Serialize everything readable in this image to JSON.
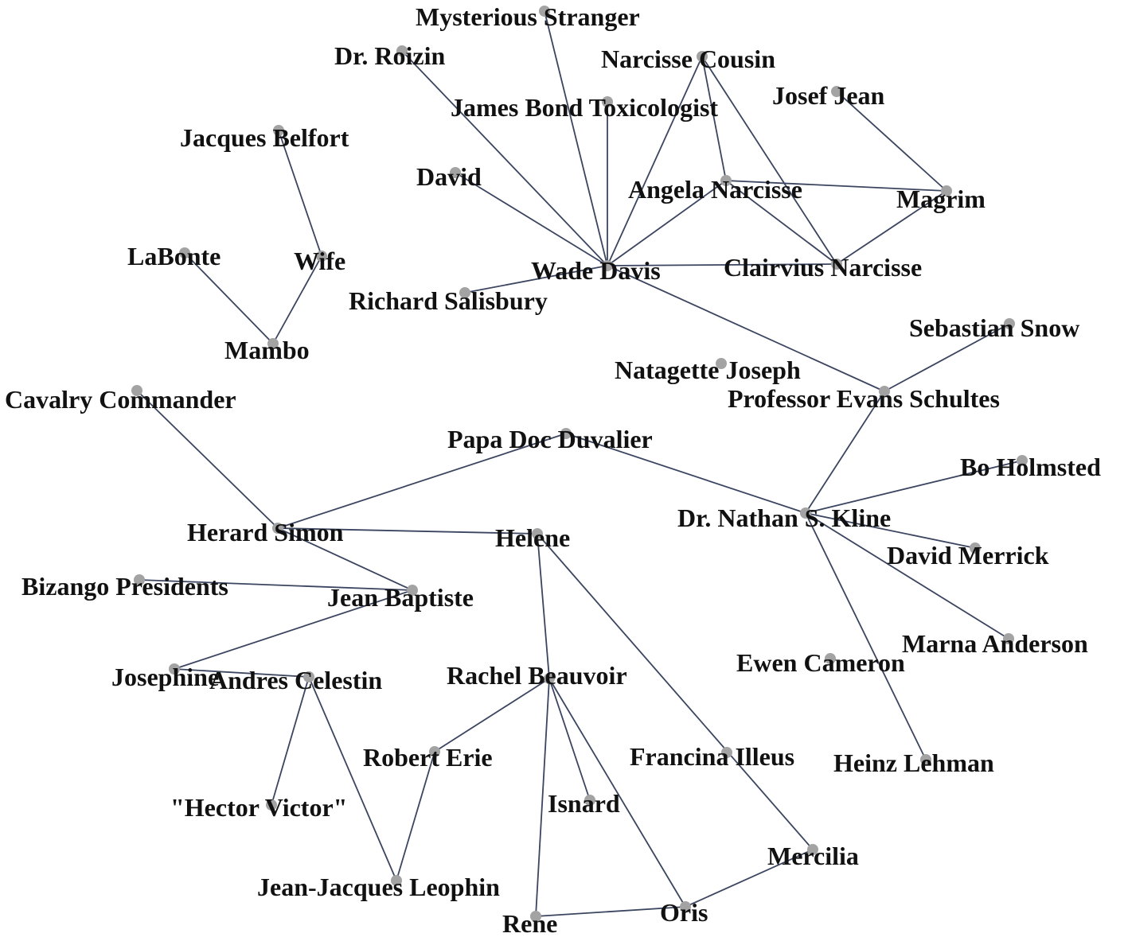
{
  "nodes": [
    {
      "id": "mysterious_stranger",
      "label": "Mysterious Stranger"
    },
    {
      "id": "dr_roizin",
      "label": "Dr. Roizin"
    },
    {
      "id": "narcisse_cousin",
      "label": "Narcisse Cousin"
    },
    {
      "id": "james_bond",
      "label": "James Bond Toxicologist"
    },
    {
      "id": "josef_jean",
      "label": "Josef Jean"
    },
    {
      "id": "jacques_belfort",
      "label": "Jacques Belfort"
    },
    {
      "id": "david",
      "label": "David"
    },
    {
      "id": "angela_narcisse",
      "label": "Angela Narcisse"
    },
    {
      "id": "magrim",
      "label": "Magrim"
    },
    {
      "id": "labonte",
      "label": "LaBonte"
    },
    {
      "id": "wife",
      "label": "Wife"
    },
    {
      "id": "wade_davis",
      "label": "Wade Davis"
    },
    {
      "id": "clairvius_narcisse",
      "label": "Clairvius Narcisse"
    },
    {
      "id": "richard_salisbury",
      "label": "Richard Salisbury"
    },
    {
      "id": "mambo",
      "label": "Mambo"
    },
    {
      "id": "sebastian_snow",
      "label": "Sebastian Snow"
    },
    {
      "id": "natagette_joseph",
      "label": "Natagette Joseph"
    },
    {
      "id": "cavalry_commander",
      "label": "Cavalry Commander"
    },
    {
      "id": "professor_evans_schultes",
      "label": "Professor Evans Schultes"
    },
    {
      "id": "papa_doc_duvalier",
      "label": "Papa Doc Duvalier"
    },
    {
      "id": "bo_holmsted",
      "label": "Bo Holmsted"
    },
    {
      "id": "dr_nathan_kline",
      "label": "Dr. Nathan S. Kline"
    },
    {
      "id": "herard_simon",
      "label": "Herard Simon"
    },
    {
      "id": "helene",
      "label": "Helene"
    },
    {
      "id": "david_merrick",
      "label": "David Merrick"
    },
    {
      "id": "bizango_presidents",
      "label": "Bizango Presidents"
    },
    {
      "id": "jean_baptiste",
      "label": "Jean Baptiste"
    },
    {
      "id": "marna_anderson",
      "label": "Marna Anderson"
    },
    {
      "id": "ewen_cameron",
      "label": "Ewen Cameron"
    },
    {
      "id": "josephine",
      "label": "Josephine"
    },
    {
      "id": "andres_celestin",
      "label": "Andres Celestin"
    },
    {
      "id": "rachel_beauvoir",
      "label": "Rachel Beauvoir"
    },
    {
      "id": "francina_illeus",
      "label": "Francina Illeus"
    },
    {
      "id": "robert_erie",
      "label": "Robert Erie"
    },
    {
      "id": "heinz_lehman",
      "label": "Heinz Lehman"
    },
    {
      "id": "hector_victor",
      "label": "\"Hector Victor\""
    },
    {
      "id": "isnard",
      "label": "Isnard"
    },
    {
      "id": "mercilia",
      "label": "Mercilia"
    },
    {
      "id": "jean_jacques_leophin",
      "label": "Jean-Jacques Leophin"
    },
    {
      "id": "oris",
      "label": "Oris"
    },
    {
      "id": "rene",
      "label": "Rene"
    }
  ],
  "edges": [
    [
      "mysterious_stranger",
      "wade_davis"
    ],
    [
      "dr_roizin",
      "wade_davis"
    ],
    [
      "james_bond",
      "wade_davis"
    ],
    [
      "david",
      "wade_davis"
    ],
    [
      "richard_salisbury",
      "wade_davis"
    ],
    [
      "narcisse_cousin",
      "wade_davis"
    ],
    [
      "angela_narcisse",
      "wade_davis"
    ],
    [
      "clairvius_narcisse",
      "wade_davis"
    ],
    [
      "professor_evans_schultes",
      "wade_davis"
    ],
    [
      "narcisse_cousin",
      "angela_narcisse"
    ],
    [
      "narcisse_cousin",
      "clairvius_narcisse"
    ],
    [
      "angela_narcisse",
      "clairvius_narcisse"
    ],
    [
      "angela_narcisse",
      "magrim"
    ],
    [
      "magrim",
      "clairvius_narcisse"
    ],
    [
      "josef_jean",
      "magrim"
    ],
    [
      "jacques_belfort",
      "wife"
    ],
    [
      "wife",
      "mambo"
    ],
    [
      "labonte",
      "mambo"
    ],
    [
      "sebastian_snow",
      "professor_evans_schultes"
    ],
    [
      "professor_evans_schultes",
      "dr_nathan_kline"
    ],
    [
      "papa_doc_duvalier",
      "dr_nathan_kline"
    ],
    [
      "bo_holmsted",
      "dr_nathan_kline"
    ],
    [
      "david_merrick",
      "dr_nathan_kline"
    ],
    [
      "marna_anderson",
      "dr_nathan_kline"
    ],
    [
      "heinz_lehman",
      "dr_nathan_kline"
    ],
    [
      "cavalry_commander",
      "herard_simon"
    ],
    [
      "papa_doc_duvalier",
      "herard_simon"
    ],
    [
      "herard_simon",
      "helene"
    ],
    [
      "herard_simon",
      "jean_baptiste"
    ],
    [
      "bizango_presidents",
      "jean_baptiste"
    ],
    [
      "jean_baptiste",
      "josephine"
    ],
    [
      "josephine",
      "andres_celestin"
    ],
    [
      "andres_celestin",
      "hector_victor"
    ],
    [
      "andres_celestin",
      "jean_jacques_leophin"
    ],
    [
      "helene",
      "rachel_beauvoir"
    ],
    [
      "helene",
      "mercilia"
    ],
    [
      "rachel_beauvoir",
      "robert_erie"
    ],
    [
      "robert_erie",
      "jean_jacques_leophin"
    ],
    [
      "rachel_beauvoir",
      "isnard"
    ],
    [
      "rachel_beauvoir",
      "oris"
    ],
    [
      "rachel_beauvoir",
      "rene"
    ],
    [
      "rene",
      "oris"
    ],
    [
      "oris",
      "mercilia"
    ]
  ]
}
